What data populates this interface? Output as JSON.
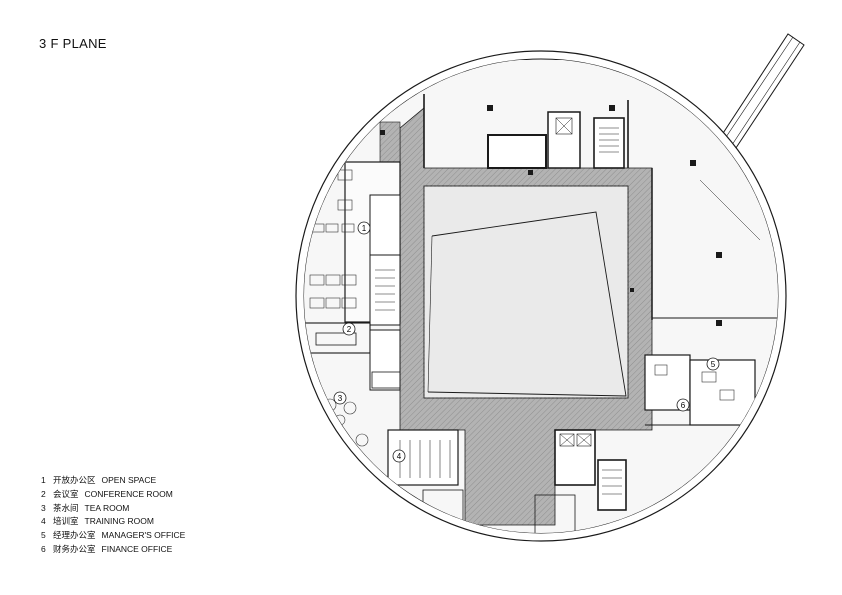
{
  "title": "3 F PLANE",
  "legend": [
    {
      "num": "1",
      "cn": "开放办公区",
      "en": "OPEN SPACE"
    },
    {
      "num": "2",
      "cn": "会议室",
      "en": "CONFERENCE ROOM"
    },
    {
      "num": "3",
      "cn": "茶水间",
      "en": "TEA ROOM"
    },
    {
      "num": "4",
      "cn": "培训室",
      "en": "TRAINING ROOM"
    },
    {
      "num": "5",
      "cn": "经理办公室",
      "en": "MANAGER'S OFFICE"
    },
    {
      "num": "6",
      "cn": "财务办公室",
      "en": "FINANCE OFFICE"
    }
  ],
  "room_markers": [
    "1",
    "2",
    "3",
    "4",
    "5",
    "6"
  ],
  "colors": {
    "line": "#1a1a1a",
    "core_fill": "#a9a9a9",
    "atrium_fill": "#e9e9e9",
    "floor_fill": "#f6f6f6"
  }
}
